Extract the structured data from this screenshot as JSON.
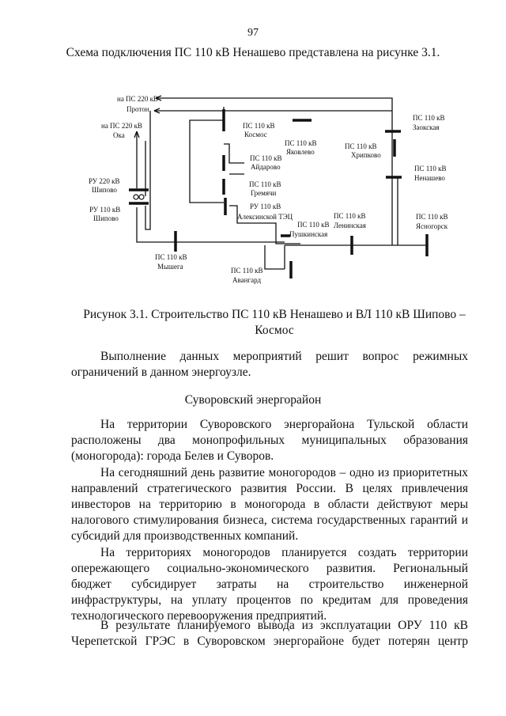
{
  "page_number": "97",
  "intro": "Схема подключения ПС 110 кВ Ненашево представлена на рисунке 3.1.",
  "diagram": {
    "labels": {
      "to_proton_1": "на ПС 220 кВ",
      "to_proton_2": "Протон",
      "to_oka_1": "на ПС 220 кВ",
      "to_oka_2": "Ока",
      "ru220_1": "РУ 220 кВ",
      "ru220_2": "Шипово",
      "ru110_1": "РУ 110 кВ",
      "ru110_2": "Шипово",
      "kosmos_1": "ПС 110 кВ",
      "kosmos_2": "Космос",
      "yakovlevo_1": "ПС 110 кВ",
      "yakovlevo_2": "Яковлево",
      "aidarovo_1": "ПС 110 кВ",
      "aidarovo_2": "Айдарово",
      "gremyachi_1": "ПС 110 кВ",
      "gremyachi_2": "Гремячи",
      "aleks_1": "РУ 110 кВ",
      "aleks_2": "Алексинской ТЭЦ",
      "pushkinskaya_1": "ПС 110 кВ",
      "pushkinskaya_2": "Пушкинская",
      "leninskaya_1": "ПС 110 кВ",
      "leninskaya_2": "Ленинская",
      "zaokskaya_1": "ПС 110 кВ",
      "zaokskaya_2": "Заокская",
      "khrypkovo_1": "ПС 110 кВ",
      "khrypkovo_2": "Хрипково",
      "nenashevo_1": "ПС 110 кВ",
      "nenashevo_2": "Ненашево",
      "yasnogorsk_1": "ПС 110 кВ",
      "yasnogorsk_2": "Ясногорск",
      "myshega_1": "ПС 110 кВ",
      "myshega_2": "Мышега",
      "avangard_1": "ПС 110 кВ",
      "avangard_2": "Авангард"
    }
  },
  "caption_line1": "Рисунок 3.1. Строительство ПС 110 кВ Ненашево и ВЛ 110 кВ Шипово –",
  "caption_line2": "Космос",
  "para1": "Выполнение данных мероприятий решит вопрос режимных ограничений в данном энергоузле.",
  "heading": "Суворовский энергорайон",
  "para2": "На территории Суворовского энергорайона Тульской области расположены два монопрофильных муниципальных образования (моногорода): города Белев и Суворов.",
  "para3": "На сегодняшний день развитие моногородов – одно из приоритетных направлений стратегического развития России. В целях привлечения инвесторов на территорию в моногорода в области действуют меры налогового стимулирования бизнеса, система государственных гарантий и субсидий для производственных компаний.",
  "para4": "На территориях моногородов планируется создать территории опережающего социально-экономического развития. Региональный бюджет субсидирует затраты на строительство инженерной инфраструктуры, на уплату процентов по кредитам для проведения технологического перевооружения предприятий.",
  "para5": "В результате планируемого вывода из эксплуатации ОРУ 110 кВ Черепетской ГРЭС в Суворовском энергорайоне будет потерян центр"
}
